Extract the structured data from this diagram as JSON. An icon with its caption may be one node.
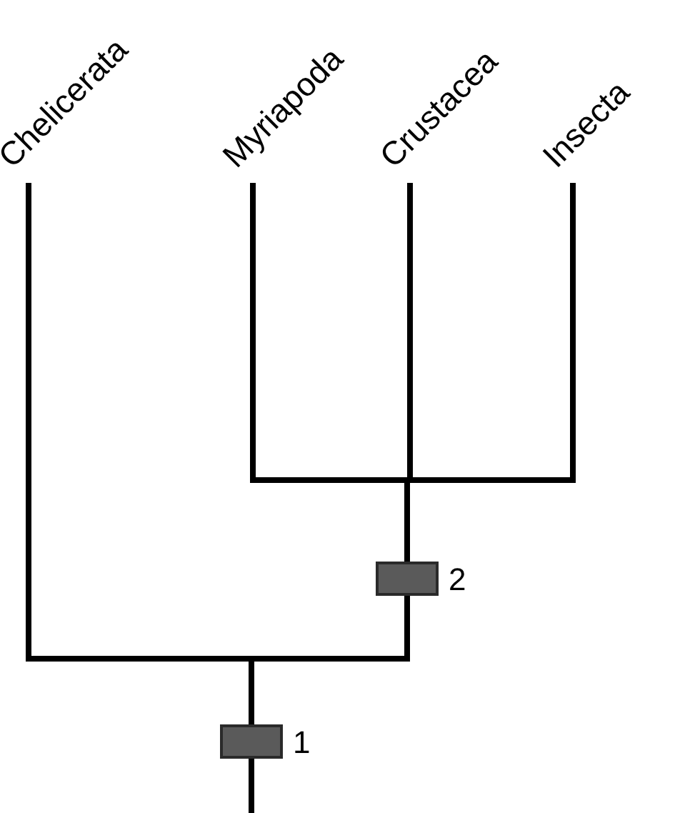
{
  "diagram": {
    "nodes": [
      {
        "text": [
          "Chelicerata"
        ]
      },
      {
        "text": [
          "Myriapoda"
        ]
      },
      {
        "text": [
          "Crustacea"
        ]
      },
      {
        "text": [
          "Insecta"
        ]
      },
      {
        "text": [],
        "shape": "bar",
        "beside": [
          "1"
        ]
      },
      {
        "text": [],
        "shape": "bar",
        "beside": [
          "2"
        ]
      }
    ],
    "edges": [
      {
        "from": null,
        "to": 4,
        "arrow": "none"
      },
      {
        "from": 4,
        "to": 0,
        "arrow": "none"
      },
      {
        "from": 4,
        "to": 5,
        "arrow": "none"
      },
      {
        "from": 5,
        "to": 1,
        "arrow": "none"
      },
      {
        "from": 5,
        "to": 2,
        "arrow": "none"
      },
      {
        "from": 5,
        "to": 3,
        "arrow": "none"
      }
    ]
  }
}
